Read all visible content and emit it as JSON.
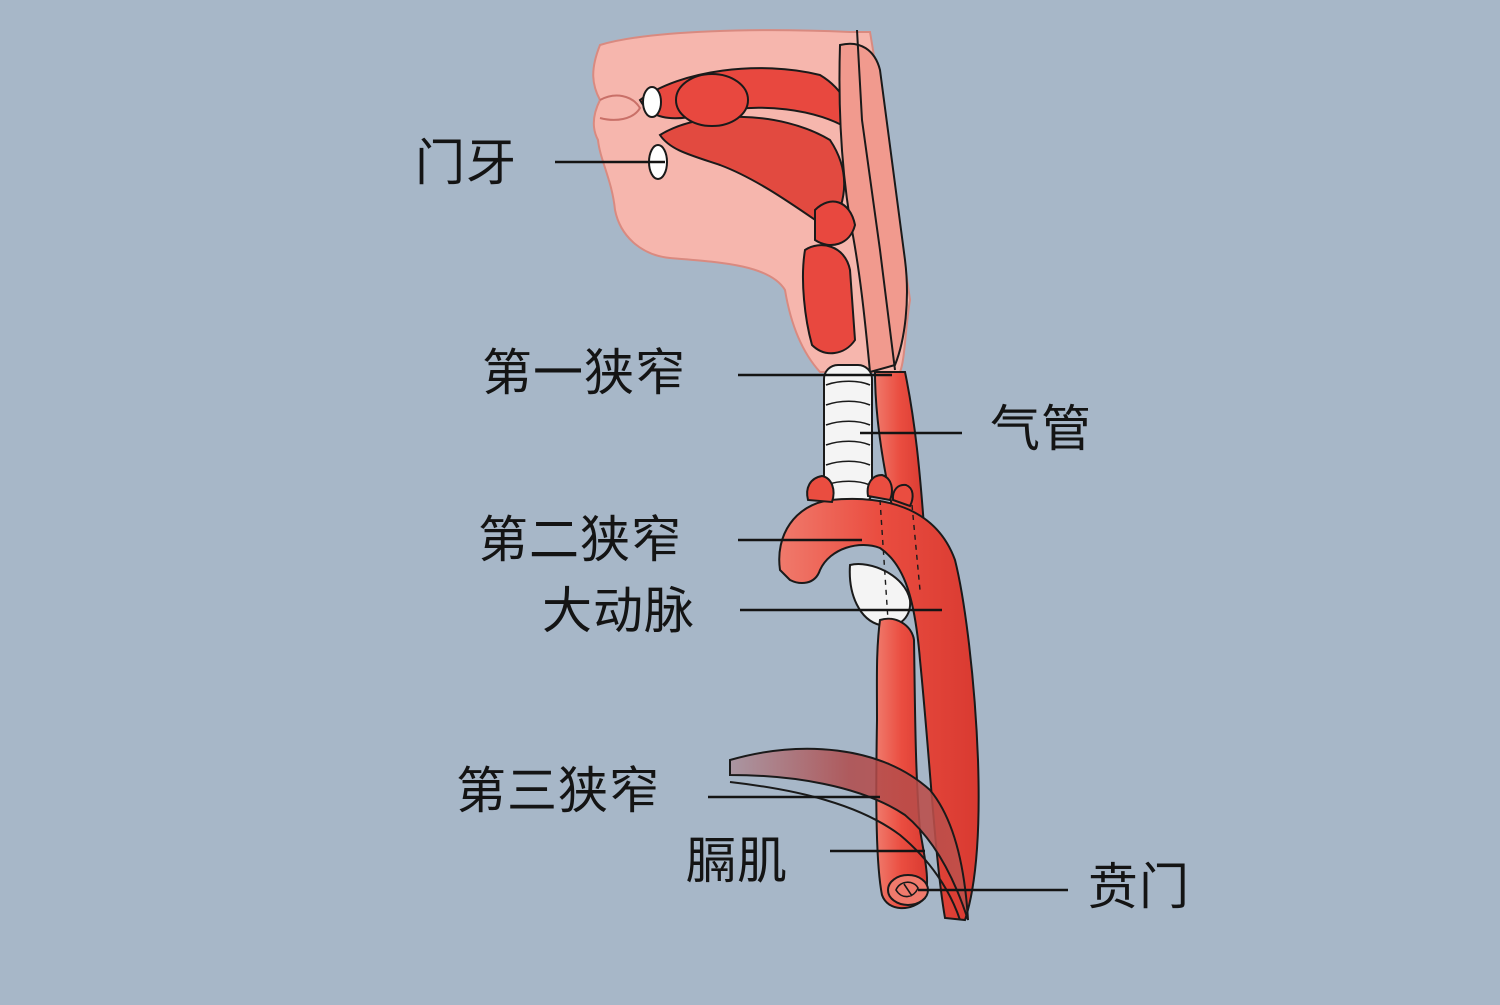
{
  "labels": {
    "incisor": "门牙",
    "first_narrowing": "第一狭窄",
    "trachea": "气管",
    "second_narrowing": "第二狭窄",
    "aorta": "大动脉",
    "third_narrowing": "第三狭窄",
    "diaphragm": "膈肌",
    "cardia": "贲门"
  },
  "colors": {
    "background": "#a7b7c8",
    "tissue": "#f6b6ad",
    "muscle": "#e8483f",
    "esophagus": "#ee5a4c",
    "cartilage": "#f4f4f4",
    "outline": "#1a1a1a"
  }
}
